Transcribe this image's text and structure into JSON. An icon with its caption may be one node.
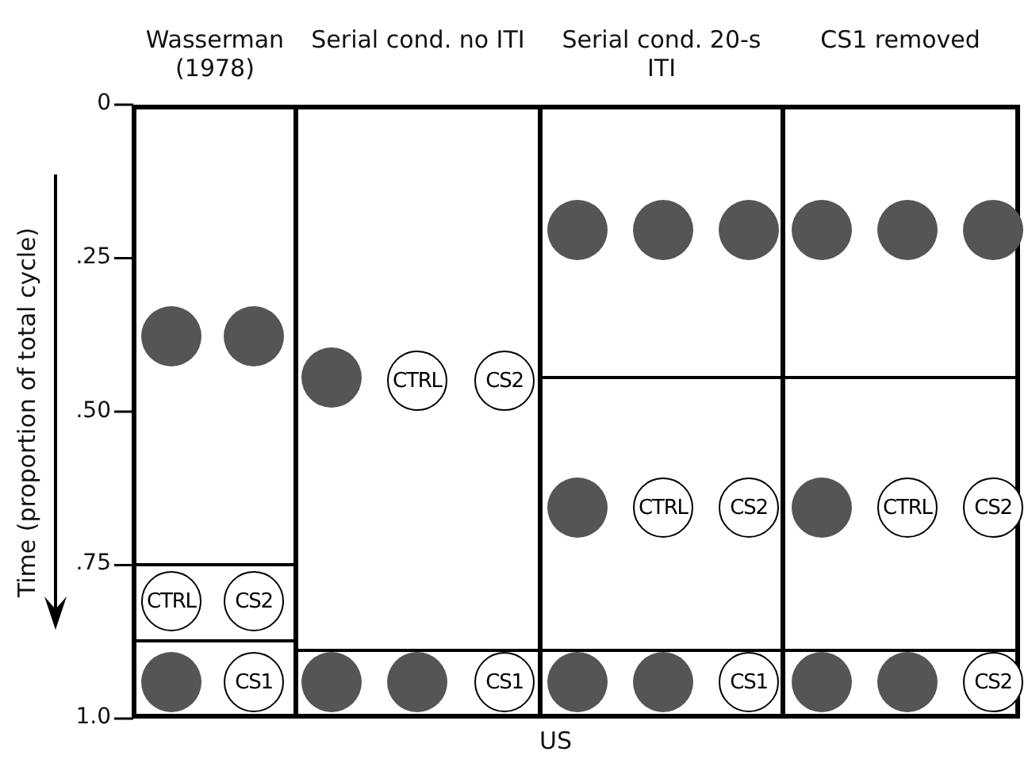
{
  "diagram": {
    "nodes": [
      {
        "text": [
          "Wasserman (1978)"
        ]
      },
      {
        "text": [],
        "shape": "circle",
        "in": 0
      },
      {
        "text": [],
        "shape": "circle",
        "in": 0
      },
      {
        "text": [
          "CTRL"
        ],
        "in": 0
      },
      {
        "text": [
          "CS2"
        ],
        "in": 0
      },
      {
        "text": [],
        "shape": "circle",
        "in": 0
      },
      {
        "text": [
          "CS1"
        ],
        "in": 0
      },
      {
        "text": [
          "Serial cond. no ITI"
        ]
      },
      {
        "text": [],
        "shape": "circle",
        "in": 7
      },
      {
        "text": [
          "CTRL"
        ],
        "in": 7
      },
      {
        "text": [
          "CS2"
        ],
        "in": 7
      },
      {
        "text": [],
        "shape": "circle",
        "in": 7
      },
      {
        "text": [],
        "shape": "circle",
        "in": 7
      },
      {
        "text": [
          "CS1"
        ],
        "in": 7
      },
      {
        "text": [
          "Serial cond. 20-s ITI"
        ]
      },
      {
        "text": [],
        "shape": "circle",
        "in": 14
      },
      {
        "text": [],
        "shape": "circle",
        "in": 14
      },
      {
        "text": [],
        "shape": "circle",
        "in": 14
      },
      {
        "text": [],
        "shape": "circle",
        "in": 14
      },
      {
        "text": [
          "CTRL"
        ],
        "in": 14
      },
      {
        "text": [
          "CS2"
        ],
        "in": 14
      },
      {
        "text": [],
        "shape": "circle",
        "in": 14
      },
      {
        "text": [],
        "shape": "circle",
        "in": 14
      },
      {
        "text": [
          "CS1"
        ],
        "in": 14
      },
      {
        "text": [
          "CS1 removed"
        ]
      },
      {
        "text": [],
        "shape": "circle",
        "in": 24
      },
      {
        "text": [],
        "shape": "circle",
        "in": 24
      },
      {
        "text": [],
        "shape": "circle",
        "in": 24
      },
      {
        "text": [],
        "shape": "circle",
        "in": 24
      },
      {
        "text": [
          "CTRL"
        ],
        "in": 24
      },
      {
        "text": [
          "CS2"
        ],
        "in": 24
      },
      {
        "text": [],
        "shape": "circle",
        "in": 24
      },
      {
        "text": [],
        "shape": "circle",
        "in": 24
      },
      {
        "text": [
          "CS2"
        ],
        "in": 24
      }
    ],
    "edges": [],
    "labels": [
      "0",
      ".25",
      ".50",
      ".75",
      "1.0",
      "Time (proportion of total cycle)",
      "US"
    ]
  }
}
